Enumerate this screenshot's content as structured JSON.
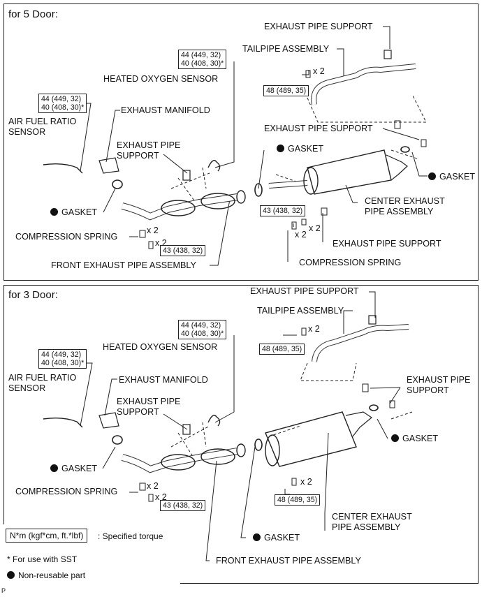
{
  "five_door": {
    "title": "for 5 Door:",
    "exhaust_pipe_support_top": "EXHAUST PIPE SUPPORT",
    "tailpipe_assembly": "TAILPIPE ASSEMBLY",
    "heated_oxygen_sensor": "HEATED OXYGEN SENSOR",
    "oxygen_torque": [
      "44 (449, 32)",
      "40 (408, 30)*"
    ],
    "af_torque": [
      "44 (449, 32)",
      "40 (408, 30)*"
    ],
    "air_fuel_ratio_sensor": [
      "AIR FUEL RATIO",
      "SENSOR"
    ],
    "exhaust_manifold": "EXHAUST MANIFOLD",
    "exhaust_pipe_support_left": [
      "EXHAUST PIPE",
      "SUPPORT"
    ],
    "tailpipe_bolt_qty": "x 2",
    "tailpipe_torque": "48 (489, 35)",
    "exhaust_pipe_support_mid": "EXHAUST PIPE SUPPORT",
    "gasket_center": "GASKET",
    "gasket_right": "GASKET",
    "gasket_left": "GASKET",
    "center_exhaust_pipe_assembly": [
      "CENTER EXHAUST",
      "PIPE ASSEMBLY"
    ],
    "center_torque": "43 (438, 32)",
    "center_qty_a": "x 2",
    "center_qty_b": "x 2",
    "exhaust_pipe_support_bottom": "EXHAUST PIPE SUPPORT",
    "compression_spring_left": "COMPRESSION SPRING",
    "compression_spring_right": "COMPRESSION SPRING",
    "front_qty_a": "x 2",
    "front_qty_b": "x 2",
    "front_torque": "43 (438, 32)",
    "front_exhaust_pipe_assembly": "FRONT EXHAUST PIPE ASSEMBLY"
  },
  "three_door": {
    "title": "for 3 Door:",
    "exhaust_pipe_support_top": "EXHAUST PIPE SUPPORT",
    "tailpipe_assembly": "TAILPIPE ASSEMBLY",
    "oxygen_torque": [
      "44 (449, 32)",
      "40 (408, 30)*"
    ],
    "heated_oxygen_sensor": "HEATED OXYGEN SENSOR",
    "tailpipe_bolt_qty": "x 2",
    "tailpipe_torque": "48 (489, 35)",
    "af_torque": [
      "44 (449, 32)",
      "40 (408, 30)*"
    ],
    "air_fuel_ratio_sensor": [
      "AIR FUEL RATIO",
      "SENSOR"
    ],
    "exhaust_manifold": "EXHAUST MANIFOLD",
    "exhaust_pipe_support_left": [
      "EXHAUST PIPE",
      "SUPPORT"
    ],
    "exhaust_pipe_support_right": [
      "EXHAUST PIPE",
      "SUPPORT"
    ],
    "gasket_right": "GASKET",
    "gasket_left": "GASKET",
    "compression_spring": "COMPRESSION SPRING",
    "front_qty_a": "x 2",
    "front_qty_b": "x 2",
    "front_torque": "43 (438, 32)",
    "center_qty": "x 2",
    "center_torque": "48 (489, 35)",
    "center_exhaust_pipe_assembly": [
      "CENTER EXHAUST",
      "PIPE ASSEMBLY"
    ],
    "gasket_bottom": "GASKET",
    "front_exhaust_pipe_assembly": "FRONT EXHAUST PIPE ASSEMBLY"
  },
  "legend": {
    "torque_unit": "N*m (kgf*cm, ft.*lbf)",
    "torque_desc": ": Specified torque",
    "sst_note": "* For use with SST",
    "non_reusable": "Non-reusable part"
  },
  "footer_code": "P"
}
